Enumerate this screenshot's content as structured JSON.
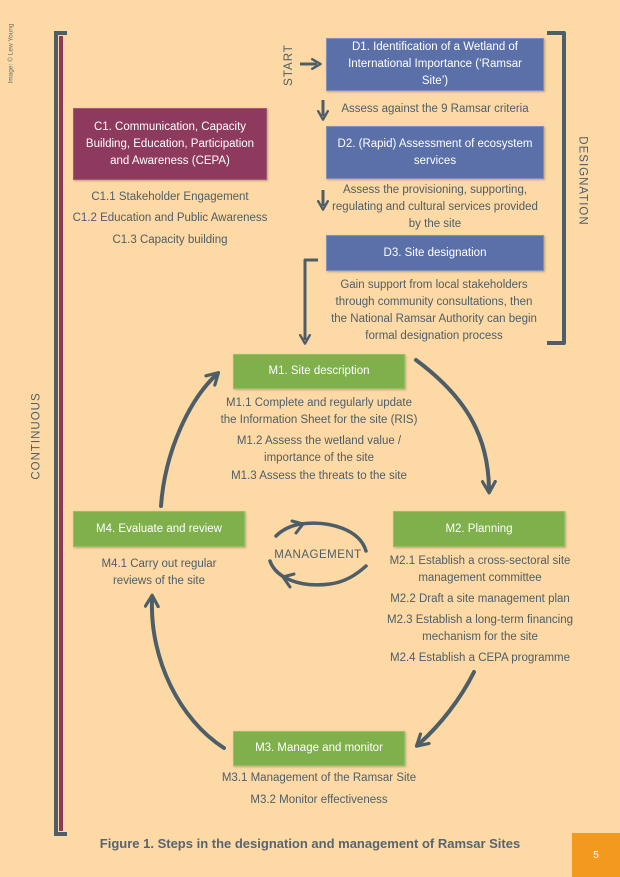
{
  "credit": "Image: © Lew Young",
  "labels": {
    "start": "START",
    "designation": "DESIGNATION",
    "continuous": "CONTINUOUS",
    "management": "MANAGEMENT"
  },
  "designation": {
    "d1": "D1. Identification of a Wetland of International Importance (‘Ramsar Site’)",
    "d1_note": "Assess against the 9 Ramsar criteria",
    "d2": "D2. (Rapid) Assessment of ecosystem services",
    "d2_note": "Assess the provisioning, supporting, regulating and cultural services provided by the site",
    "d3": "D3. Site designation",
    "d3_note": "Gain support from local stakeholders through community consultations, then the National Ramsar Authority can begin formal designation process"
  },
  "cepa": {
    "title": "C1. Communication, Capacity Building, Education, Participation and Awareness (CEPA)",
    "items": [
      "C1.1 Stakeholder Engagement",
      "C1.2 Education and Public Awareness",
      "C1.3 Capacity building"
    ]
  },
  "management": {
    "m1": {
      "title": "M1. Site description",
      "items": [
        "M1.1 Complete and regularly update the Information Sheet for the site (RIS)",
        "M1.2 Assess the wetland value / importance of the site",
        "M1.3 Assess the threats to the site"
      ]
    },
    "m2": {
      "title": "M2. Planning",
      "items": [
        "M2.1 Establish a cross-sectoral site management committee",
        "M2.2 Draft a site management plan",
        "M2.3 Establish a long-term financing mechanism for the site",
        "M2.4 Establish a CEPA programme"
      ]
    },
    "m3": {
      "title": "M3. Manage and monitor",
      "items": [
        "M3.1 Management of the Ramsar Site",
        "M3.2 Monitor effectiveness"
      ]
    },
    "m4": {
      "title": "M4. Evaluate and review",
      "items": [
        "M4.1 Carry out regular reviews of the site"
      ]
    }
  },
  "caption": "Figure 1. Steps in the designation and management of Ramsar Sites",
  "page_number": "5",
  "colors": {
    "background": "#FCD9A5",
    "designation_box": "#5B70A8",
    "cepa_box": "#8E3A5E",
    "management_box": "#7FB04B",
    "arrows": "#4E5E68",
    "continuous_bar": "#8E3A5E",
    "page_tab": "#F39A1E"
  }
}
